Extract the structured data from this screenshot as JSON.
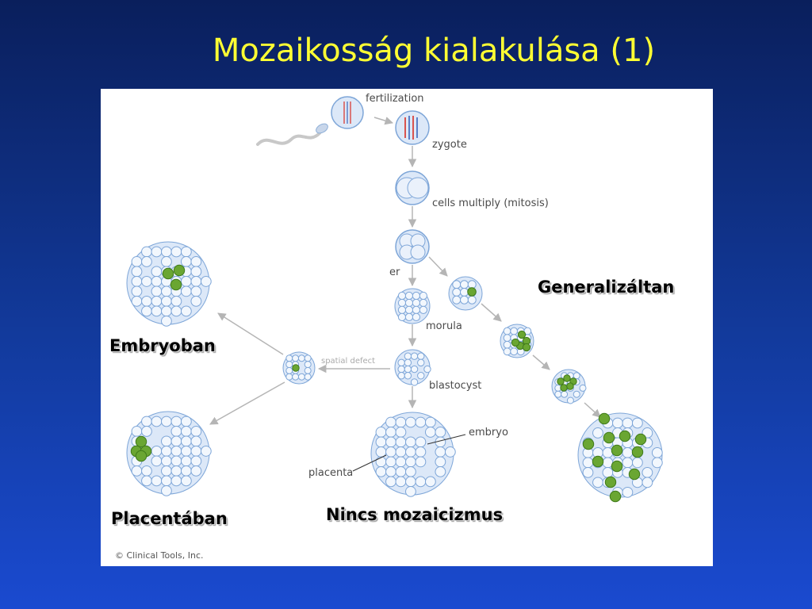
{
  "title": "Mozaikosság kialakulása (1)",
  "diagram": {
    "stages": {
      "fertilization": "fertilization",
      "zygote": "zygote",
      "cells_multiply": "cells multiply (mitosis)",
      "morula": "morula",
      "blastocyst": "blastocyst",
      "embryo": "embryo",
      "placenta": "placenta"
    },
    "partial_labels": {
      "left_cut": "er",
      "arrow_cut": "spatial defect"
    },
    "copyright": "Clinical Tools, Inc."
  },
  "overlays": {
    "generalized": "Generalizáltan",
    "embryo": "Embryoban",
    "placenta": "Placentában",
    "no_mosaic": "Nincs mozaicizmus"
  },
  "colors": {
    "cell_fill": "#dce8f8",
    "cell_stroke": "#7ea6d8",
    "abnormal_cell": "#6aa632",
    "title": "#ffff33"
  }
}
